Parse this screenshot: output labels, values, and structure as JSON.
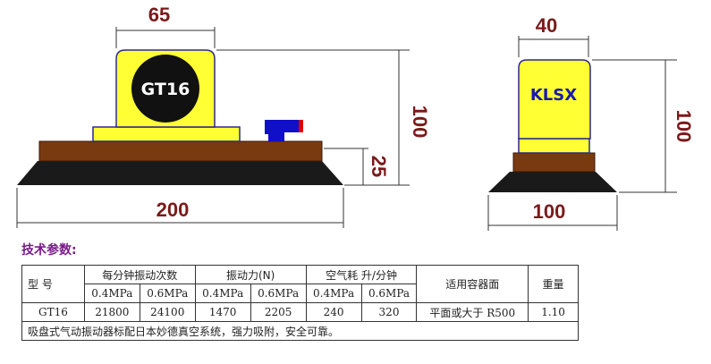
{
  "drawing": {
    "left": {
      "label": "GT16",
      "dim_width_top": "65",
      "dim_height": "100",
      "dim_base": "25",
      "dim_width_bottom": "200"
    },
    "right": {
      "label": "KLSX",
      "dim_width_top": "40",
      "dim_height": "100",
      "dim_width_bottom": "100"
    },
    "colors": {
      "body_yellow": "#ffff33",
      "ball_black": "#111111",
      "plate_brown": "#7a3a10",
      "cup_black": "#1a1a1a",
      "fitting_blue": "#1010c8",
      "fitting_red": "#dd0000",
      "dimension_text": "#7a1a1a",
      "heading_purple": "#7a1a8a"
    }
  },
  "spec": {
    "heading": "技术参数:",
    "col_model": "型 号",
    "col_freq": "每分钟振动次数",
    "col_force": "振动力(N)",
    "col_air": "空气耗  升/分钟",
    "col_surface": "适用容器面",
    "col_weight": "重量",
    "pressure_04": "0.4MPa",
    "pressure_06": "0.6MPa",
    "row": {
      "model": "GT16",
      "freq_04": "21800",
      "freq_06": "24100",
      "force_04": "1470",
      "force_06": "2205",
      "air_04": "240",
      "air_06": "320",
      "surface": "平面或大于 R500",
      "weight": "1.10"
    },
    "note": "吸盘式气动振动器标配日本妙德真空系统，强力吸附，安全可靠。"
  }
}
